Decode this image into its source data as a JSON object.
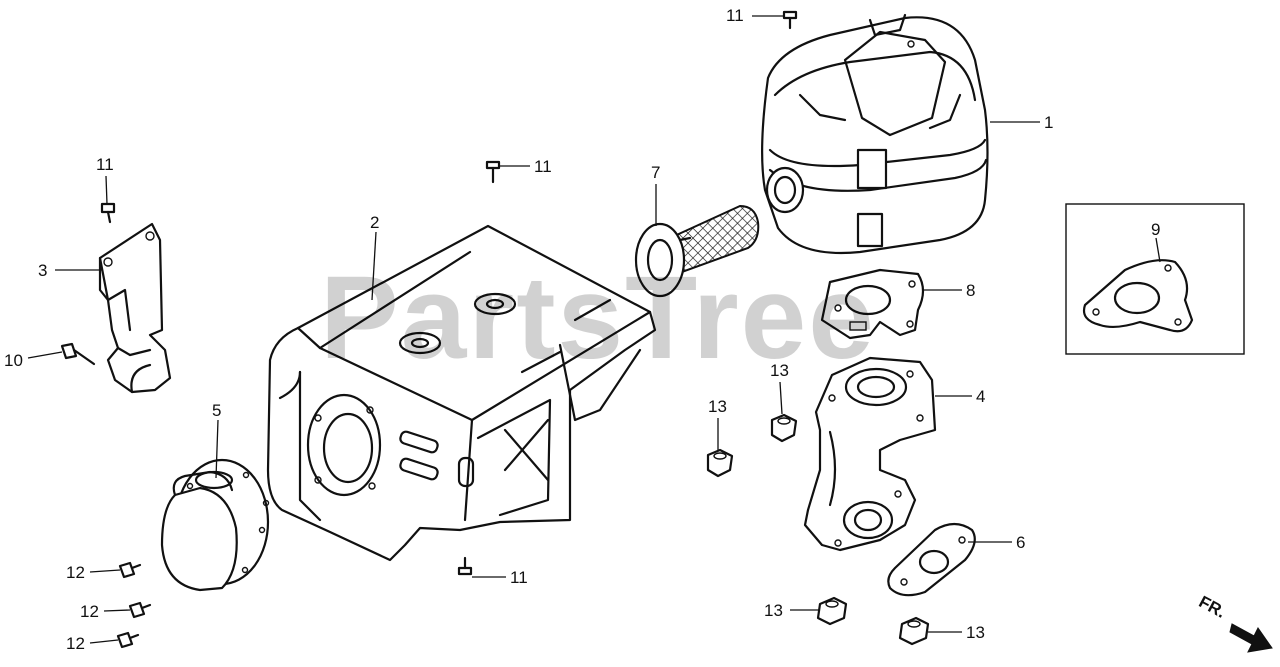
{
  "diagram": {
    "watermark": "PartsTree",
    "direction_marker": "FR.",
    "callouts": [
      {
        "id": "c1",
        "label": "1"
      },
      {
        "id": "c2",
        "label": "2"
      },
      {
        "id": "c3",
        "label": "3"
      },
      {
        "id": "c4",
        "label": "4"
      },
      {
        "id": "c5",
        "label": "5"
      },
      {
        "id": "c6",
        "label": "6"
      },
      {
        "id": "c7",
        "label": "7"
      },
      {
        "id": "c8",
        "label": "8"
      },
      {
        "id": "c9",
        "label": "9"
      },
      {
        "id": "c10",
        "label": "10"
      },
      {
        "id": "c11a",
        "label": "11"
      },
      {
        "id": "c11b",
        "label": "11"
      },
      {
        "id": "c11c",
        "label": "11"
      },
      {
        "id": "c11d",
        "label": "11"
      },
      {
        "id": "c12a",
        "label": "12"
      },
      {
        "id": "c12b",
        "label": "12"
      },
      {
        "id": "c12c",
        "label": "12"
      },
      {
        "id": "c13a",
        "label": "13"
      },
      {
        "id": "c13b",
        "label": "13"
      },
      {
        "id": "c13c",
        "label": "13"
      },
      {
        "id": "c13d",
        "label": "13"
      }
    ]
  },
  "icons": {
    "direction_arrow": "arrow-icon",
    "bolt": "bolt-icon",
    "nut": "nut-icon"
  }
}
